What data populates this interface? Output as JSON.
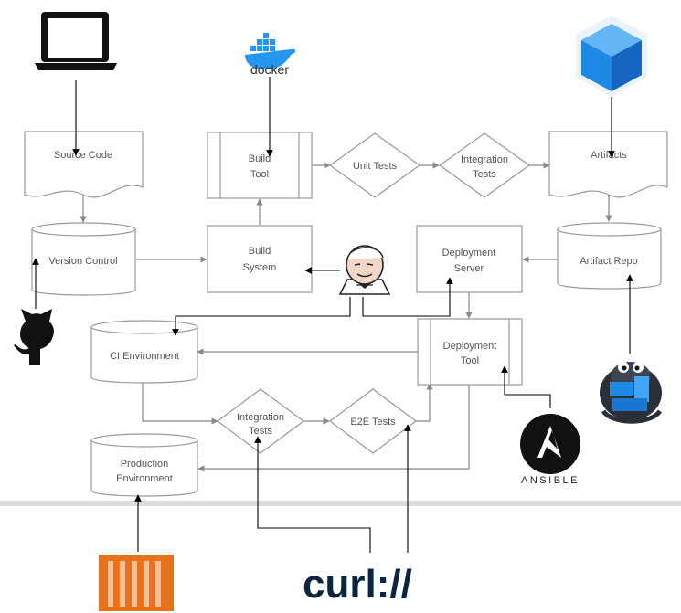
{
  "nodes": {
    "source_code": "Source Code",
    "version_control": "Version Control",
    "build_tool": [
      "Build",
      "Tool"
    ],
    "build_system": [
      "Build",
      "System"
    ],
    "unit_tests": "Unit Tests",
    "integration_tests_top": [
      "Integration",
      "Tests"
    ],
    "artifacts": "Artifacts",
    "artifact_repo": "Artifact Repo",
    "deployment_server": [
      "Deployment",
      "Server"
    ],
    "ci_environment": "CI Environment",
    "deployment_tool": [
      "Deployment",
      "Tool"
    ],
    "integration_tests_bottom": [
      "Integration",
      "Tests"
    ],
    "e2e_tests": "E2E Tests",
    "production_environment": [
      "Production",
      "Environment"
    ]
  },
  "logos": {
    "docker": "docker",
    "ansible": "ANSIBLE",
    "curl": "curl://"
  },
  "colors": {
    "line": "#888888",
    "arrow": "#000000",
    "label": "#555555",
    "docker_blue": "#2496ed",
    "box_blue": "#1e88e5",
    "aws_orange": "#e8711c",
    "curl_navy": "#0b2541",
    "curl_teal": "#1b9bb8"
  },
  "icons": [
    "laptop-icon",
    "docker-icon",
    "cube-icon",
    "github-icon",
    "jenkins-icon",
    "ansible-icon",
    "nexus-icon",
    "aws-ec2-icon",
    "curl-icon"
  ]
}
